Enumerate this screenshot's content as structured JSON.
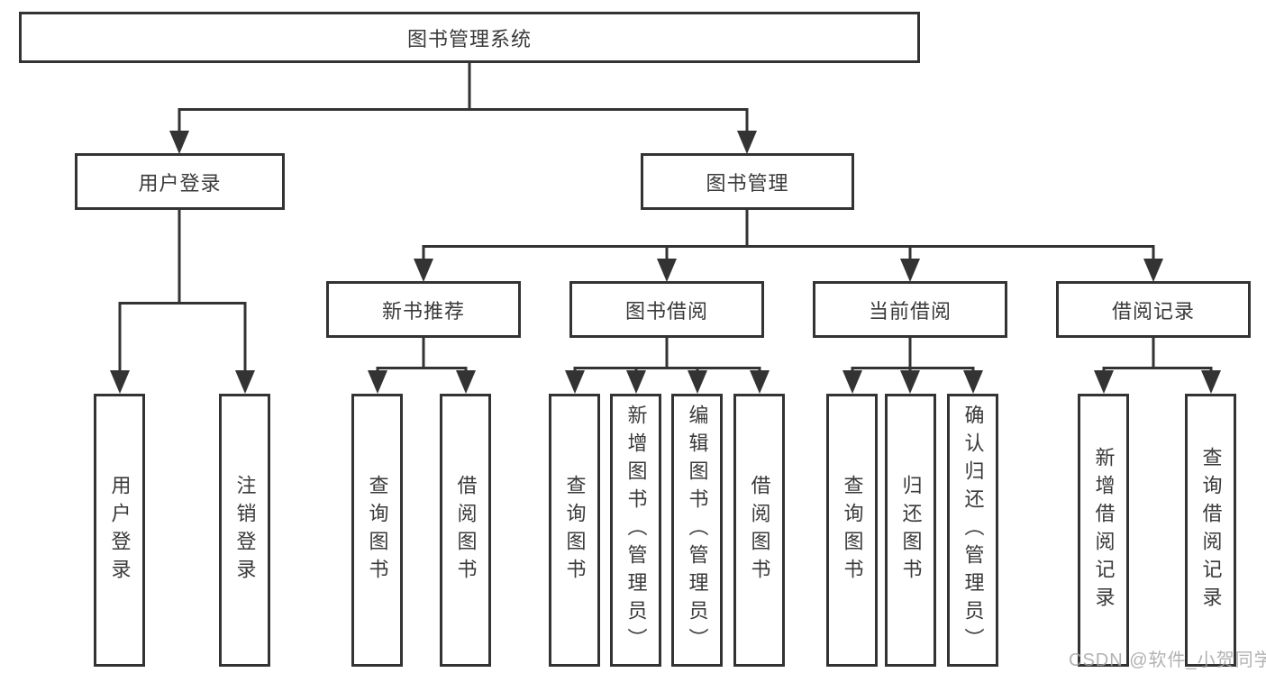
{
  "nodes": {
    "root": "图书管理系统",
    "user_login": "用户登录",
    "book_mgmt": "图书管理",
    "new_book_rec": "新书推荐",
    "book_borrow": "图书借阅",
    "current_borrow": "当前借阅",
    "borrow_records": "借阅记录",
    "ul_user_login": "用户登录",
    "ul_logout": "注销登录",
    "nb_query_book": "查询图书",
    "nb_borrow_book": "借阅图书",
    "bb_query_book": "查询图书",
    "bb_add_book": "新增图书（管理员）",
    "bb_edit_book": "编辑图书（管理员）",
    "bb_borrow_book": "借阅图书",
    "cb_query_book": "查询图书",
    "cb_return_book": "归还图书",
    "cb_confirm_return": "确认归还（管理员）",
    "br_add_record": "新增借阅记录",
    "br_query_record": "查询借阅记录"
  },
  "hierarchy": {
    "图书管理系统": {
      "用户登录": [
        "用户登录",
        "注销登录"
      ],
      "图书管理": {
        "新书推荐": [
          "查询图书",
          "借阅图书"
        ],
        "图书借阅": [
          "查询图书",
          "新增图书（管理员）",
          "编辑图书（管理员）",
          "借阅图书"
        ],
        "当前借阅": [
          "查询图书",
          "归还图书",
          "确认归还（管理员）"
        ],
        "借阅记录": [
          "新增借阅记录",
          "查询借阅记录"
        ]
      }
    }
  },
  "watermark": "CSDN @软件_小贺同学",
  "colors": {
    "line": "#333333",
    "text": "#3a3a3a",
    "background": "#ffffff",
    "watermark": "#a5a5a5"
  }
}
